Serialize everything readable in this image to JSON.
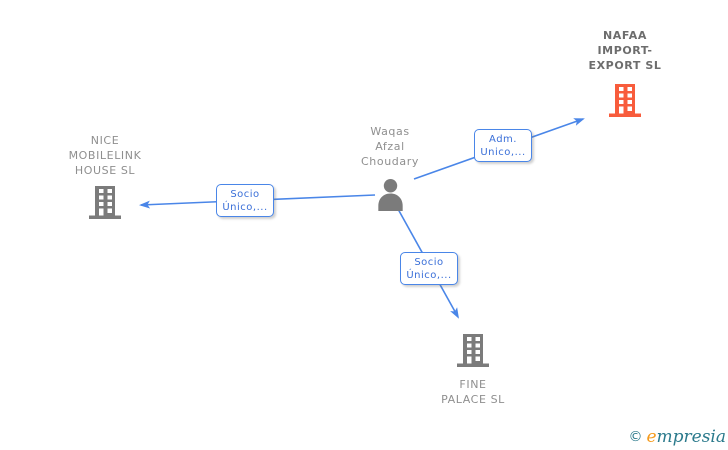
{
  "diagram": {
    "person": {
      "name_lines": [
        "Waqas",
        "Afzal",
        "Choudary"
      ]
    },
    "companies": {
      "nafaa": {
        "name_lines": [
          "NAFAA",
          "IMPORT-",
          "EXPORT SL"
        ],
        "highlighted": true
      },
      "nice": {
        "name_lines": [
          "NICE",
          "MOBILELINK",
          "HOUSE SL"
        ],
        "highlighted": false
      },
      "fine": {
        "name_lines": [
          "FINE",
          "PALACE SL"
        ],
        "highlighted": false
      }
    },
    "relations": {
      "adm": {
        "lines": [
          "Adm.",
          "Unico,..."
        ]
      },
      "socio_nice": {
        "lines": [
          "Socio",
          "Único,..."
        ]
      },
      "socio_fine": {
        "lines": [
          "Socio",
          "Único,..."
        ]
      }
    }
  },
  "footer": {
    "copyright_symbol": "©",
    "brand_initial": "e",
    "brand_rest": "mpresia"
  },
  "colors": {
    "edge_blue": "#4a86e8",
    "label_blue": "#3a6fd8",
    "company_gray": "#8f8f8f",
    "company_bold_gray": "#6d6d6d",
    "icon_gray": "#7b7b7b",
    "highlight_orange": "#f85c3c",
    "logo_teal": "#2b7a8c",
    "logo_orange": "#f59b1e"
  }
}
